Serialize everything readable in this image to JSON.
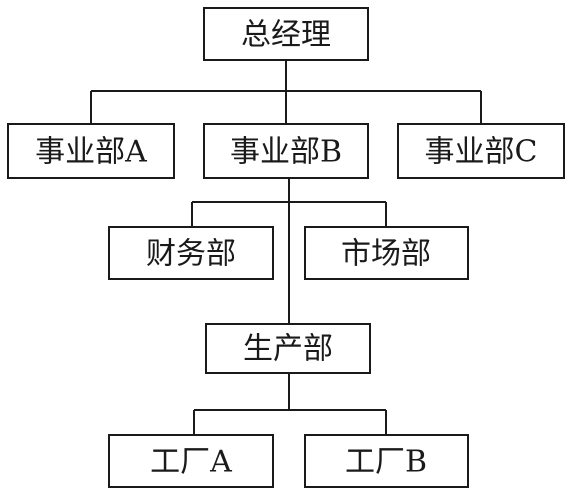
{
  "org_chart": {
    "ceo": "总经理",
    "divisions": {
      "a": "事业部A",
      "b": "事业部B",
      "c": "事业部C"
    },
    "departments": {
      "finance": "财务部",
      "marketing": "市场部",
      "production": "生产部"
    },
    "factories": {
      "a": "工厂A",
      "b": "工厂B"
    }
  }
}
